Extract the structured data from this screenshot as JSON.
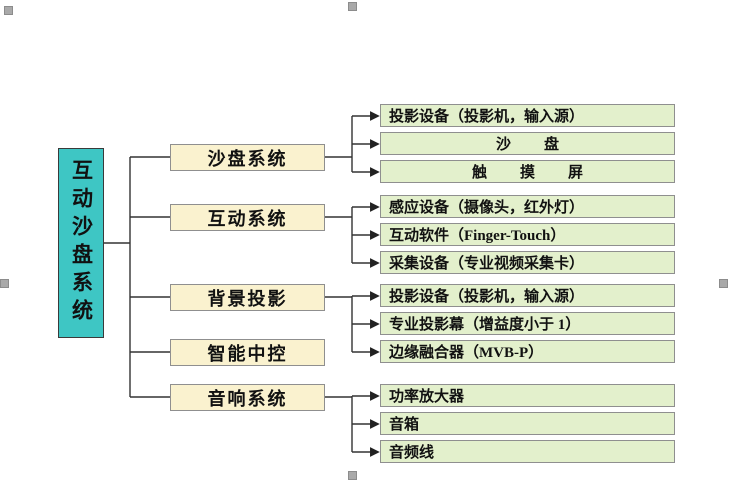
{
  "root": {
    "label": "互动沙盘系统"
  },
  "branches": [
    {
      "label": "沙盘系统",
      "children": [
        "投影设备（投影机，输入源）",
        "沙盘",
        "触摸屏"
      ]
    },
    {
      "label": "互动系统",
      "children": [
        "感应设备（摄像头，红外灯）",
        "互动软件（Finger-Touch）",
        "采集设备（专业视频采集卡）"
      ]
    },
    {
      "label": "背景投影",
      "children": [
        "投影设备（投影机，输入源）",
        "专业投影幕（增益度小于 1）",
        "边缘融合器（MVB-P）"
      ]
    },
    {
      "label": "智能中控",
      "children": []
    },
    {
      "label": "音响系统",
      "children": [
        "功率放大器",
        "音箱",
        "音频线"
      ]
    }
  ],
  "colors": {
    "root_fill": "#3ec6c4",
    "branch_fill": "#faf2cf",
    "leaf_fill": "#e3f0cc",
    "line": "#333333"
  }
}
